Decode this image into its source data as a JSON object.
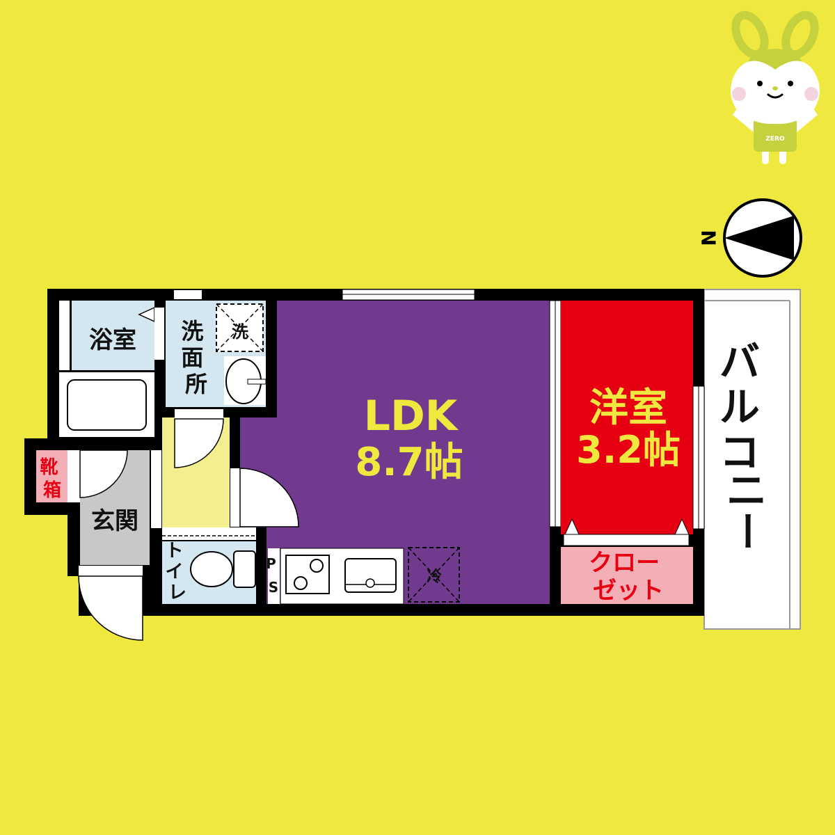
{
  "rooms": {
    "bath": "浴室",
    "washroom": [
      "洗",
      "面",
      "所"
    ],
    "washer": "洗",
    "shoebox": [
      "靴",
      "箱"
    ],
    "entrance": "玄関",
    "toilet": [
      "ト",
      "イ",
      "レ"
    ],
    "ps": [
      "P",
      "S"
    ],
    "fridge": "冷",
    "ldk_name": "LDK",
    "ldk_size": "8.7帖",
    "western_name": "洋室",
    "western_size": "3.2帖",
    "closet": [
      "クロー",
      "ゼット"
    ],
    "balcony": [
      "バ",
      "ル",
      "コ",
      "ニ",
      "ー"
    ]
  },
  "compass": {
    "label": "N",
    "direction": "left"
  },
  "mascot": {
    "shirt_text": "ZERO"
  },
  "colors": {
    "background": "#EFE93F",
    "ldk": "#723A8F",
    "western": "#E60012",
    "closet": "#F4AEB5",
    "wet_area": "#D4E6EF",
    "entrance": "#C8C8C8",
    "hallway": "#F3EF8E"
  }
}
